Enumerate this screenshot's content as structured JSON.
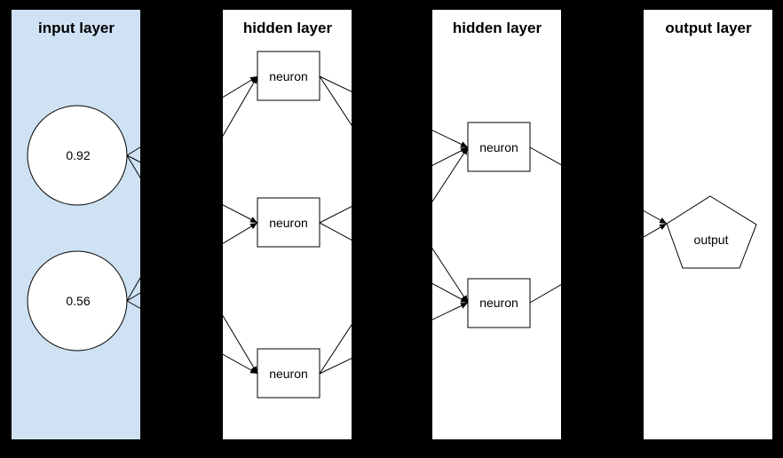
{
  "diagram": {
    "kind": "feed-forward neural network",
    "layers": [
      {
        "id": "input",
        "title": "input layer",
        "node_shape": "circle",
        "nodes": [
          {
            "label": "0.92"
          },
          {
            "label": "0.56"
          }
        ]
      },
      {
        "id": "hidden1",
        "title": "hidden layer",
        "node_shape": "rectangle",
        "nodes": [
          {
            "label": "neuron"
          },
          {
            "label": "neuron"
          },
          {
            "label": "neuron"
          }
        ]
      },
      {
        "id": "hidden2",
        "title": "hidden layer",
        "node_shape": "rectangle",
        "nodes": [
          {
            "label": "neuron"
          },
          {
            "label": "neuron"
          }
        ]
      },
      {
        "id": "output",
        "title": "output layer",
        "node_shape": "pentagon",
        "nodes": [
          {
            "label": "output"
          }
        ]
      }
    ],
    "connections": [
      {
        "from": "input-1",
        "to": "hidden1-1"
      },
      {
        "from": "input-1",
        "to": "hidden1-2"
      },
      {
        "from": "input-1",
        "to": "hidden1-3"
      },
      {
        "from": "input-2",
        "to": "hidden1-1"
      },
      {
        "from": "input-2",
        "to": "hidden1-2"
      },
      {
        "from": "input-2",
        "to": "hidden1-3"
      },
      {
        "from": "hidden1-1",
        "to": "hidden2-1"
      },
      {
        "from": "hidden1-1",
        "to": "hidden2-2"
      },
      {
        "from": "hidden1-2",
        "to": "hidden2-1"
      },
      {
        "from": "hidden1-2",
        "to": "hidden2-2"
      },
      {
        "from": "hidden1-3",
        "to": "hidden2-1"
      },
      {
        "from": "hidden1-3",
        "to": "hidden2-2"
      },
      {
        "from": "hidden2-1",
        "to": "output-1"
      },
      {
        "from": "hidden2-2",
        "to": "output-1"
      }
    ]
  },
  "colors": {
    "background": "#000000",
    "input_panel_bg": "#cfe2f3",
    "panel_bg": "#ffffff",
    "node_fill": "#ffffff",
    "stroke": "#000000",
    "text": "#000000"
  }
}
